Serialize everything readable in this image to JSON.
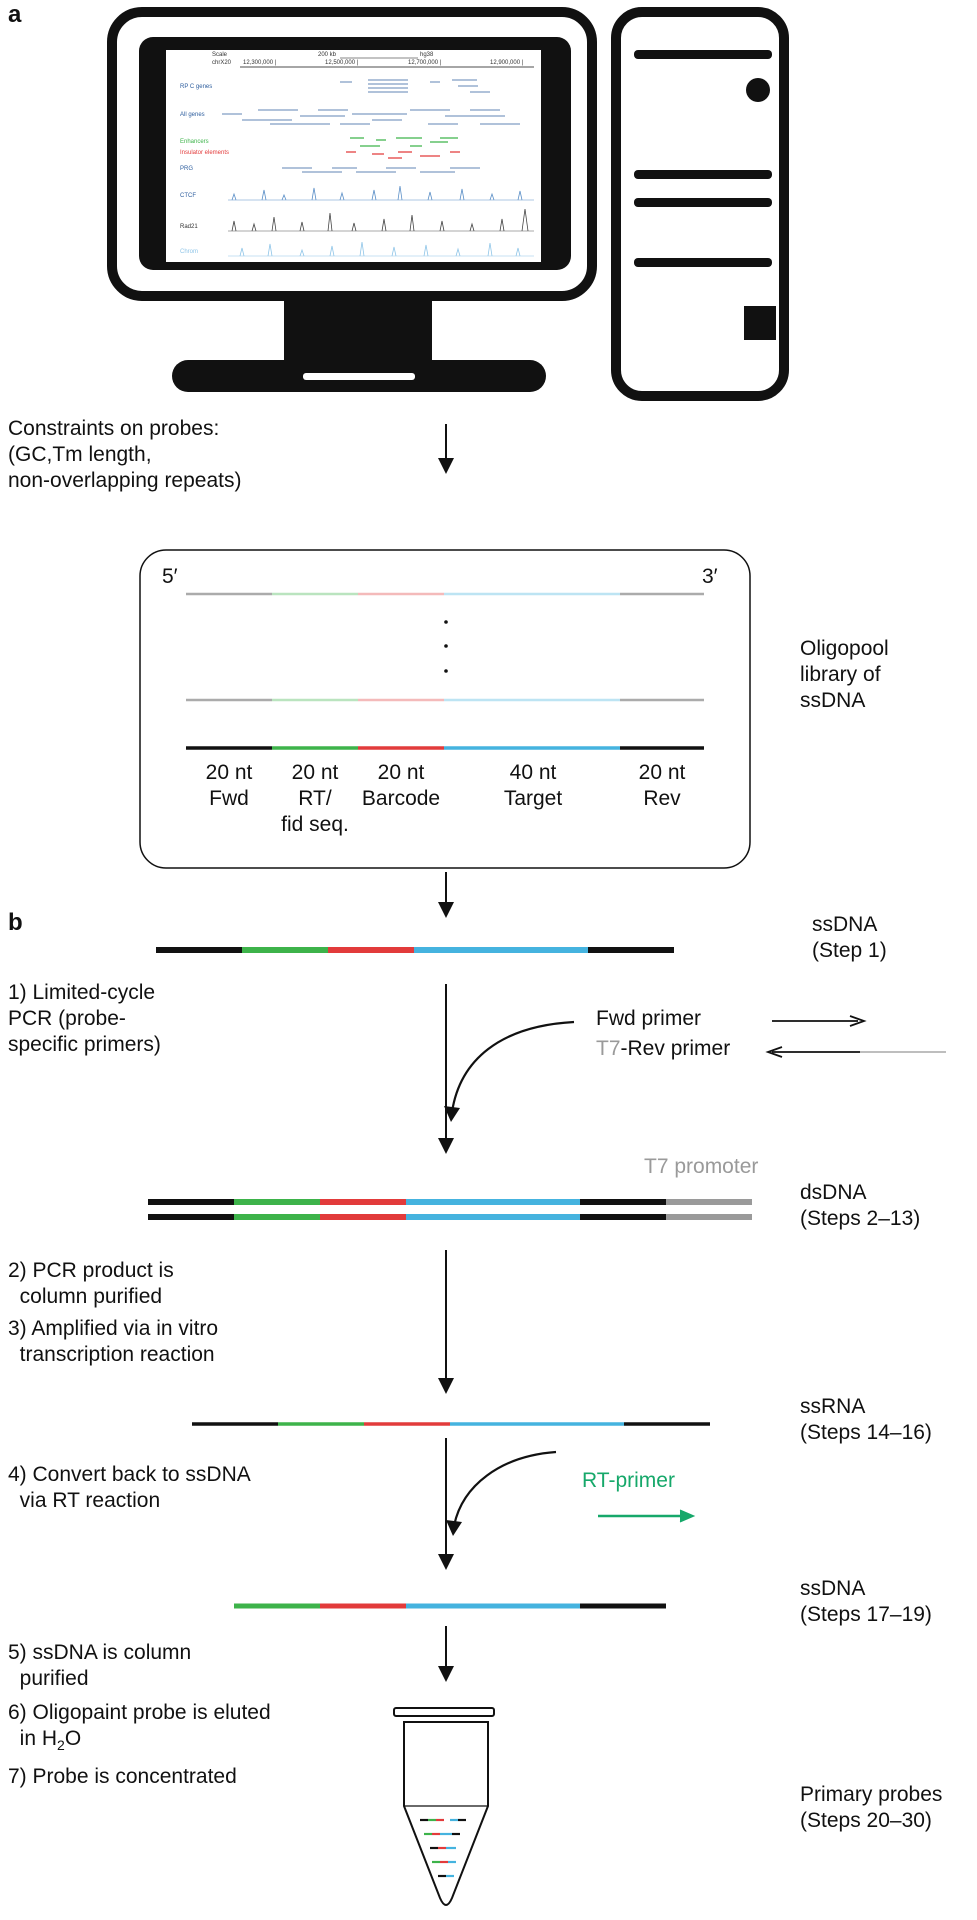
{
  "panels": {
    "a": "a",
    "b": "b"
  },
  "screen": {
    "header_scale": "Scale",
    "header_chr": "chrX20",
    "header_bp1": "12,300,000 |",
    "header_bp2": "12,500,000 |",
    "header_bp3": "12,700,000 |",
    "header_bp4": "12,900,000 |",
    "header_scalebar": "200 kb",
    "header_build": "hg38",
    "track_genes": "RP C genes",
    "track_allgenes": "All genes",
    "track_enhancers": "Enhancers",
    "track_insulators": "Insulator elements",
    "track_prg": "PRG",
    "track_ctcf": "CTCF",
    "track_rad21": "Rad21",
    "track_other": "Chrom"
  },
  "constraints": {
    "line1": "Constraints on probes:",
    "line2": "(GC,Tm length,",
    "line3": "non-overlapping repeats)"
  },
  "library": {
    "five_prime": "5′",
    "three_prime": "3′",
    "side_label": {
      "line1": "Oligopool",
      "line2": "library of",
      "line3": "ssDNA"
    },
    "segments": [
      {
        "line1": "20 nt",
        "line2": "Fwd",
        "line3": "",
        "color": "#111111"
      },
      {
        "line1": "20 nt",
        "line2": "RT/",
        "line3": "fid seq.",
        "color": "#3db34a"
      },
      {
        "line1": "20 nt",
        "line2": "Barcode",
        "line3": "",
        "color": "#e23b3b"
      },
      {
        "line1": "40 nt",
        "line2": "Target",
        "line3": "",
        "color": "#45b3df"
      },
      {
        "line1": "20 nt",
        "line2": "Rev",
        "line3": "",
        "color": "#111111"
      }
    ]
  },
  "steps_right": {
    "ssdna1": {
      "line1": "ssDNA",
      "line2": "(Step 1)"
    },
    "dsdna": {
      "line1": "dsDNA",
      "line2": "(Steps 2–13)"
    },
    "ssrna": {
      "line1": "ssRNA",
      "line2": "(Steps 14–16)"
    },
    "ssdna2": {
      "line1": "ssDNA",
      "line2": "(Steps 17–19)"
    },
    "primary": {
      "line1": "Primary probes",
      "line2": "(Steps 20–30)"
    }
  },
  "primers": {
    "fwd": "Fwd primer",
    "t7": "T7",
    "rev_suffix": "-Rev primer",
    "t7_promoter": "T7 promoter",
    "rt_primer": "RT-primer"
  },
  "steps_left": {
    "step1": {
      "line1": "1) Limited-cycle",
      "line2": "PCR (probe-",
      "line3": "specific primers)"
    },
    "step2": {
      "line1": "2) PCR product is",
      "line2": "  column purified"
    },
    "step3": {
      "line1": "3) Amplified via in vitro",
      "line2": "  transcription reaction"
    },
    "step4": {
      "line1": "4) Convert back to ssDNA",
      "line2": "  via RT reaction"
    },
    "step5": {
      "line1": "5) ssDNA is column",
      "line2": "  purified"
    },
    "step6": {
      "line1": "6) Oligopaint probe is eluted",
      "line2_prefix": "  in H",
      "line2_sub": "2",
      "line2_suffix": "O"
    },
    "step7": {
      "line1": "7) Probe is concentrated"
    }
  },
  "colors": {
    "black": "#111111",
    "green": "#3db34a",
    "red": "#e23b3b",
    "blue": "#45b3df",
    "gray": "#9a9a9a",
    "rt_primer": "#16a86a"
  }
}
